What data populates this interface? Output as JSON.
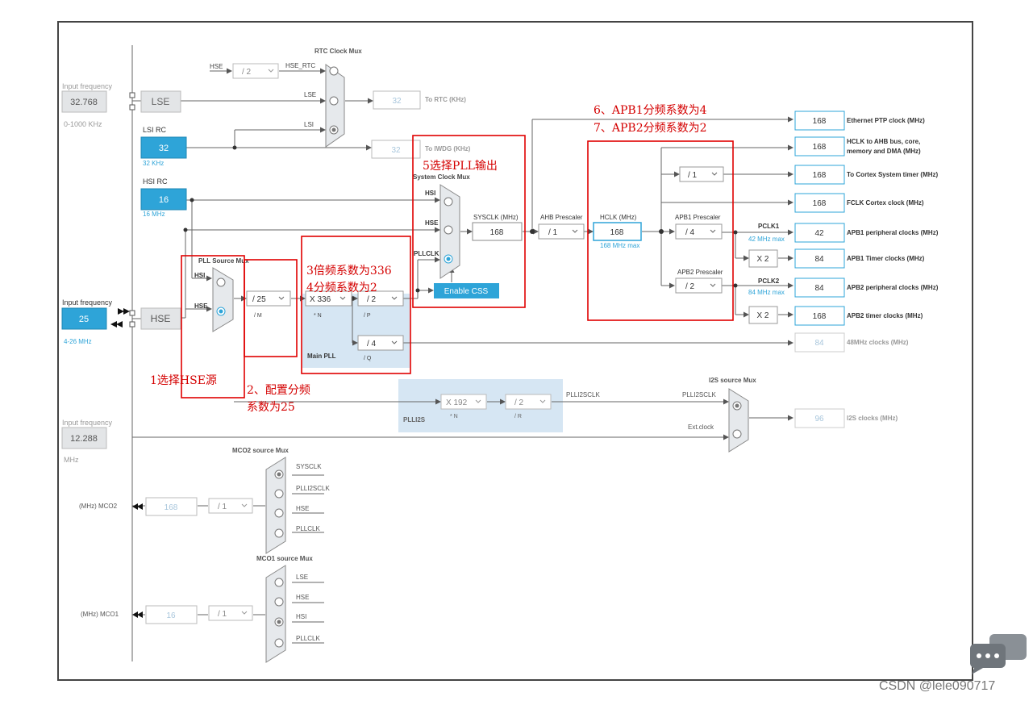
{
  "labels": {
    "rtc_mux": "RTC Clock Mux",
    "input_freq_top": "Input frequency",
    "lse_freq": "32.768",
    "lse_range": "0-1000 KHz",
    "lse": "LSE",
    "lsi_rc": "LSI RC",
    "lsi_val": "32",
    "lsi_unit": "32 KHz",
    "hsi_rc": "HSI RC",
    "hsi_val": "16",
    "hsi_unit": "16 MHz",
    "hse_rtc_in": "HSE",
    "hse_rtc_div": "/ 2",
    "hse_rtc": "HSE_RTC",
    "rtc_lse": "LSE",
    "rtc_lsi": "LSI",
    "rtc_out": "32",
    "rtc_out_label": "To RTC (KHz)",
    "iwdg_out": "32",
    "iwdg_label": "To IWDG (KHz)",
    "pll_source_mux": "PLL Source Mux",
    "pll_hsi": "HSI",
    "pll_hse": "HSE",
    "input_freq_mid": "Input frequency",
    "hse_freq": "25",
    "hse_range": "4-26 MHz",
    "hse_block": "HSE",
    "pll_m": "/ 25",
    "pll_m_label": "/ M",
    "pll_n": "X 336",
    "pll_n_label": "* N",
    "pll_p": "/ 2",
    "pll_p_label": "/ P",
    "pll_q": "/ 4",
    "pll_q_label": "/ Q",
    "main_pll": "Main PLL",
    "sys_mux": "System Clock Mux",
    "sys_hsi": "HSI",
    "sys_hse": "HSE",
    "sys_pllclk": "PLLCLK",
    "sysclk_label": "SYSCLK (MHz)",
    "sysclk": "168",
    "enable_css": "Enable CSS",
    "ahb_prescaler": "AHB Prescaler",
    "ahb_div": "/ 1",
    "hclk_label": "HCLK (MHz)",
    "hclk": "168",
    "hclk_max": "168 MHz max",
    "cortex_div": "/ 1",
    "apb1_prescaler": "APB1 Prescaler",
    "apb1_div": "/ 4",
    "pclk1": "PCLK1",
    "pclk1_max": "42 MHz max",
    "apb1_timer_mul": "X 2",
    "apb2_prescaler": "APB2 Prescaler",
    "apb2_div": "/ 2",
    "pclk2": "PCLK2",
    "pclk2_max": "84 MHz max",
    "apb2_timer_mul": "X 2",
    "plli2s_n": "X 192",
    "plli2s_n_label": "* N",
    "plli2s_r": "/ 2",
    "plli2s_r_label": "/ R",
    "plli2s": "PLLI2S",
    "plli2sclk": "PLLI2SCLK",
    "plli2sclk2": "PLLI2SCLK",
    "i2s_mux": "I2S source Mux",
    "ext_clock": "Ext.clock",
    "input_freq_bot": "Input frequency",
    "ext_freq": "12.288",
    "ext_unit": "MHz",
    "mco2_mux": "MCO2 source Mux",
    "mco2_sysclk": "SYSCLK",
    "mco2_plli2sclk": "PLLI2SCLK",
    "mco2_hse": "HSE",
    "mco2_pllclk": "PLLCLK",
    "mco2_label": "(MHz) MCO2",
    "mco2_val": "168",
    "mco2_div": "/ 1",
    "mco1_mux": "MCO1 source Mux",
    "mco1_lse": "LSE",
    "mco1_hse": "HSE",
    "mco1_hsi": "HSI",
    "mco1_pllclk": "PLLCLK",
    "mco1_label": "(MHz) MCO1",
    "mco1_val": "16",
    "mco1_div": "/ 1"
  },
  "outputs": [
    {
      "value": "168",
      "label": "Ethernet PTP clock (MHz)",
      "active": true
    },
    {
      "value": "168",
      "label": "HCLK to AHB bus, core,",
      "label2": "memory and DMA (MHz)",
      "active": true
    },
    {
      "value": "168",
      "label": "To Cortex System timer (MHz)",
      "active": true
    },
    {
      "value": "168",
      "label": "FCLK Cortex clock (MHz)",
      "active": true
    },
    {
      "value": "42",
      "label": "APB1 peripheral clocks (MHz)",
      "active": true
    },
    {
      "value": "84",
      "label": "APB1 Timer clocks (MHz)",
      "active": true
    },
    {
      "value": "84",
      "label": "APB2 peripheral clocks (MHz)",
      "active": true
    },
    {
      "value": "168",
      "label": "APB2 timer clocks (MHz)",
      "active": true
    },
    {
      "value": "84",
      "label": "48MHz clocks (MHz)",
      "active": false
    },
    {
      "value": "96",
      "label": "I2S clocks (MHz)",
      "active": false
    }
  ],
  "annotations": {
    "a1": "1选择HSE源",
    "a2_line1": "2、配置分频",
    "a2_line2": "系数为25",
    "a3_line1": "3倍频系数为336",
    "a3_line2": "4分频系数为2",
    "a5": "5选择PLL输出",
    "a6": "6、APB1分频系数为4",
    "a7": "7、APB2分频系数为2"
  },
  "watermark": "CSDN @lele090717",
  "colors": {
    "blue_fill": "#2ea4d8",
    "red_box": "#e00000",
    "pll_bg": "#d6e6f3",
    "output_border": "#2ea4d8"
  }
}
